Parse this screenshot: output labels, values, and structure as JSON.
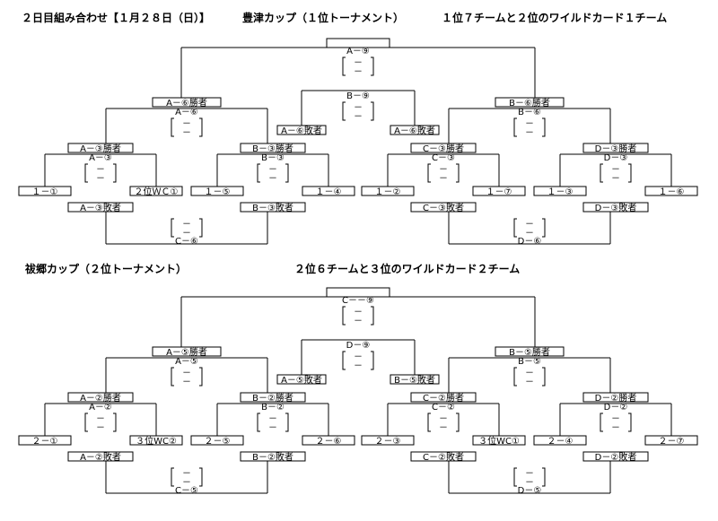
{
  "header": {
    "date_title": "２日目組み合わせ【１月２８日（日）】",
    "t1_title": "豊津カップ（１位トーナメント）",
    "t1_note": "１位７チームと２位のワイルドカード１チーム",
    "t2_title": "祓郷カップ（２位トーナメント）",
    "t2_note": "２位６チームと３位のワイルドカード２チーム"
  },
  "t1": {
    "final": "A－⑨",
    "semi_winners": [
      "A－⑥勝者",
      "B－⑥勝者"
    ],
    "semi_matches": [
      "A－⑥",
      "B－⑥"
    ],
    "third_place": "B－⑨",
    "semi_losers": [
      "A－⑥敗者",
      "A－⑥敗者"
    ],
    "qf_winners": [
      "A－③勝者",
      "B－③勝者",
      "C－③勝者",
      "D－③勝者"
    ],
    "qf_matches": [
      "A－③",
      "B－③",
      "C－③",
      "D－③"
    ],
    "teams": [
      "１－①",
      "２位ＷＣ①",
      "１－⑤",
      "１－④",
      "１－②",
      "１－⑦",
      "１－③",
      "１－⑥"
    ],
    "qf_losers": [
      "A－③敗者",
      "B－③敗者",
      "C－③敗者",
      "D－③敗者"
    ],
    "consolation": [
      "C－⑥",
      "D－⑥"
    ]
  },
  "t2": {
    "final": "C－－⑨",
    "semi_winners": [
      "A－⑤勝者",
      "B－⑤勝者"
    ],
    "semi_matches": [
      "A－⑤",
      "B－⑤"
    ],
    "third_place": "D－⑨",
    "semi_losers": [
      "A－⑤敗者",
      "B－⑤敗者"
    ],
    "qf_winners": [
      "A－②勝者",
      "B－②勝者",
      "C－②勝者",
      "D－②勝者"
    ],
    "qf_matches": [
      "A－②",
      "B－②",
      "C－②",
      "D－②"
    ],
    "teams": [
      "２－①",
      "３位WC②",
      "２－⑤",
      "２－⑥",
      "２－③",
      "３位WC①",
      "２－④",
      "２－⑦"
    ],
    "qf_losers": [
      "A－②敗者",
      "B－②敗者",
      "C－②敗者",
      "D－②敗者"
    ],
    "consolation": [
      "C－⑤",
      "D－⑤"
    ]
  },
  "score_dash": "－"
}
